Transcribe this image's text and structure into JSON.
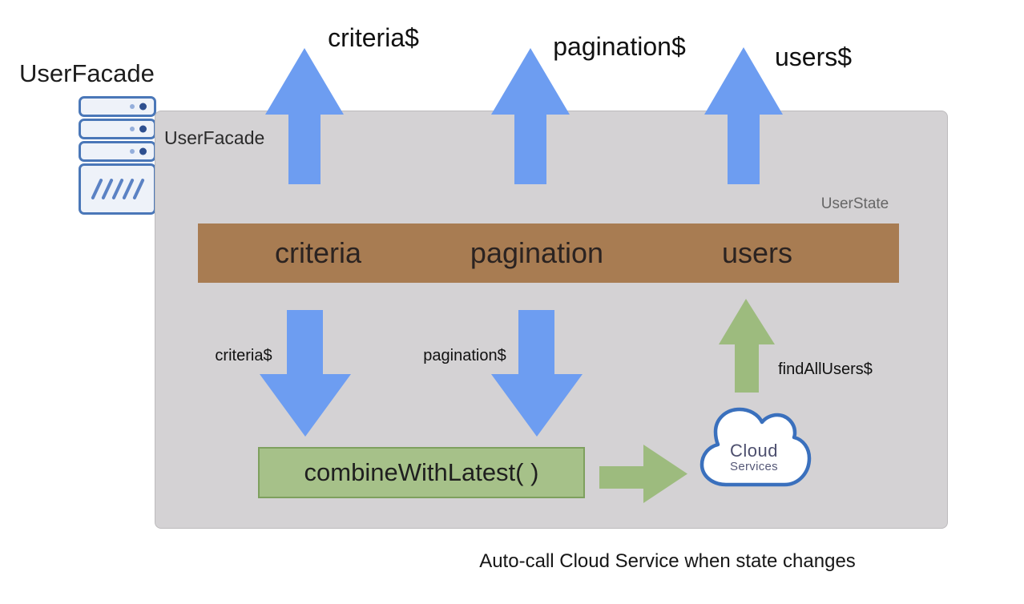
{
  "colors": {
    "blue": "#6d9df1",
    "green": "#9dbb7e",
    "green_fill": "#a6c189",
    "green_border": "#7ea05e",
    "brown": "#a87c52",
    "container": "#d4d2d4",
    "cloud_border": "#3a70bd",
    "server_border": "#4a77b8"
  },
  "outer": {
    "facade_label": "UserFacade",
    "caption": "Auto-call Cloud Service when state changes"
  },
  "top_streams": [
    {
      "label": "criteria$"
    },
    {
      "label": "pagination$"
    },
    {
      "label": "users$"
    }
  ],
  "container": {
    "title": "UserFacade",
    "state_label": "UserState",
    "state_bar": {
      "items": [
        "criteria",
        "pagination",
        "users"
      ]
    },
    "down_streams": [
      {
        "label": "criteria$"
      },
      {
        "label": "pagination$"
      }
    ],
    "up_stream": {
      "label": "findAllUsers$"
    },
    "combine_box": {
      "label": "combineWithLatest( )"
    },
    "cloud": {
      "title": "Cloud",
      "subtitle": "Services"
    }
  }
}
